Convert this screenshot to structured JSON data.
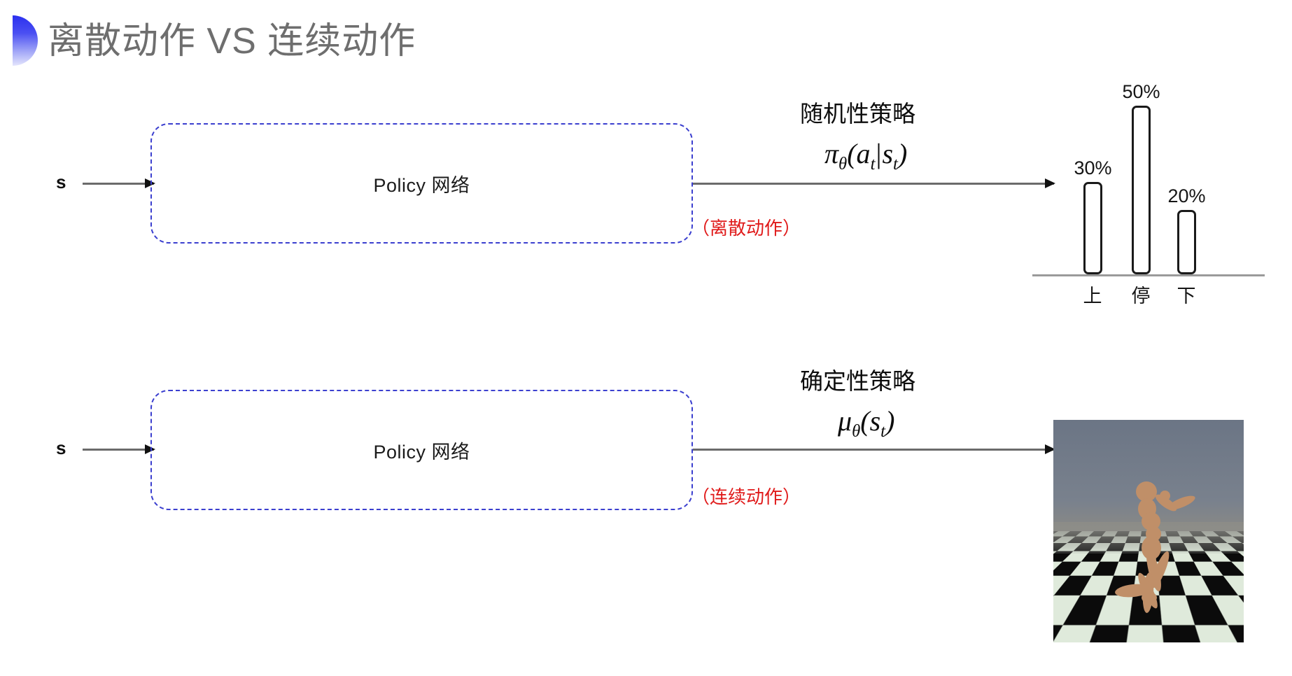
{
  "slide": {
    "title": "离散动作 VS 连续动作",
    "accent_color": "#2b30ef",
    "title_color": "#6e6e6e",
    "note_color": "#e01b1b",
    "box_border_color": "#3b3fcf"
  },
  "rows": [
    {
      "state_label": "s",
      "box_label": "Policy 网络",
      "policy_name": "随机性策略",
      "formula_main": "π",
      "formula_sub_theta": "θ",
      "formula_rest_open": "(a",
      "formula_sub_t1": "t",
      "formula_bar": "|",
      "formula_s": "s",
      "formula_sub_t2": "t",
      "formula_close": ")",
      "note": "（离散动作）",
      "output_type": "bar-chart"
    },
    {
      "state_label": "s",
      "box_label": "Policy 网络",
      "policy_name": "确定性策略",
      "formula_main": "μ",
      "formula_sub_theta": "θ",
      "formula_rest_open": "(",
      "formula_s": "s",
      "formula_sub_t1": "t",
      "formula_close": ")",
      "note": "（连续动作）",
      "output_type": "humanoid-sim"
    }
  ],
  "chart_data": {
    "type": "bar",
    "title": "",
    "xlabel": "",
    "ylabel": "",
    "categories": [
      "上",
      "停",
      "下"
    ],
    "values": [
      30,
      50,
      20
    ],
    "value_labels": [
      "30%",
      "50%",
      "20%"
    ],
    "ylim": [
      0,
      60
    ],
    "grid": false,
    "legend": "none",
    "bar_style": "outlined-rounded",
    "axis": "baseline-only"
  },
  "sim": {
    "name": "humanoid-walker-simulation",
    "sky_color": "#6b7585",
    "floor_colors": [
      "#0b0b0b",
      "#dfeadb"
    ],
    "body_color": "#c08f68"
  }
}
